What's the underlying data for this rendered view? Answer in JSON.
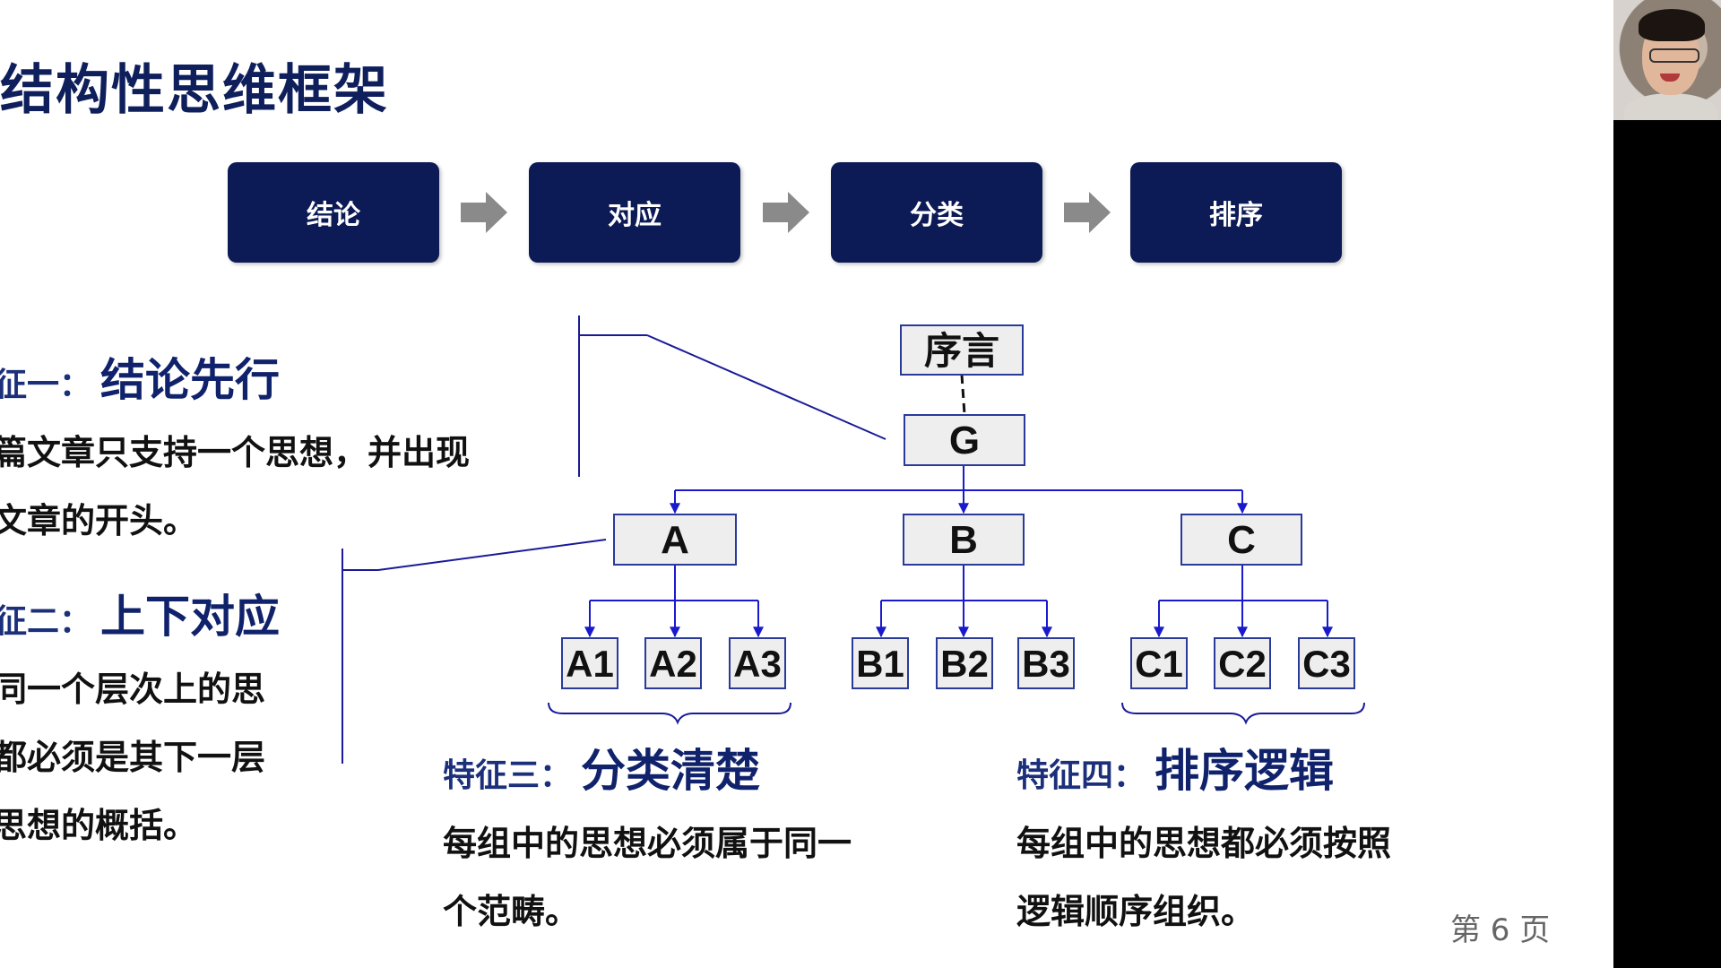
{
  "slide": {
    "title": "结构性思维框架",
    "flow": [
      "结论",
      "对应",
      "分类",
      "排序"
    ],
    "features": [
      {
        "prefix": "征一：",
        "main": "结论先行",
        "lines": [
          "篇文章只支持一个思想，并出现",
          "文章的开头。"
        ]
      },
      {
        "prefix": "征二：",
        "main": "上下对应",
        "lines": [
          "同一个层次上的思",
          "都必须是其下一层",
          "思想的概括。"
        ]
      },
      {
        "prefix": "特征三：",
        "main": "分类清楚",
        "lines": [
          "每组中的思想必须属于同一",
          "个范畴。"
        ]
      },
      {
        "prefix": "特征四：",
        "main": "排序逻辑",
        "lines": [
          "每组中的思想都必须按照",
          "逻辑顺序组织。"
        ]
      }
    ],
    "tree": {
      "intro": "序言",
      "root": "G",
      "level1": [
        "A",
        "B",
        "C"
      ],
      "level2": [
        [
          "A1",
          "A2",
          "A3"
        ],
        [
          "B1",
          "B2",
          "B3"
        ],
        [
          "C1",
          "C2",
          "C3"
        ]
      ]
    },
    "page_number": "第 6 页"
  },
  "colors": {
    "flow_box": "#0c1a55",
    "heading": "#10226b",
    "arrow": "#8a8a8a",
    "connector": "#1a1acc",
    "node_fill": "#eeeeee",
    "node_border": "#2a3a9a"
  },
  "icons": [
    "right-arrow-icon"
  ]
}
